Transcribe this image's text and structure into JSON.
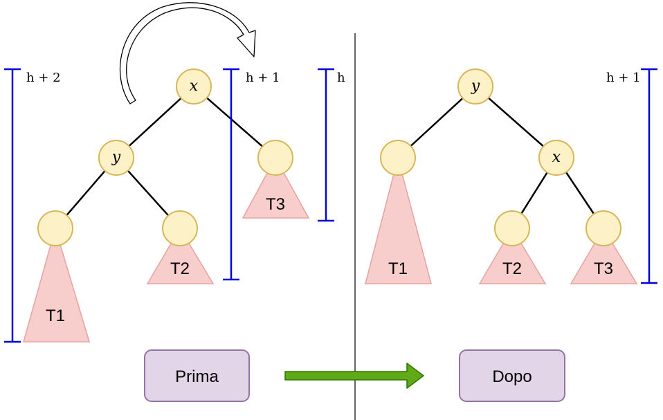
{
  "colors": {
    "node_fill": "#fdf1c7",
    "node_stroke": "#d6b656",
    "triangle_fill": "#f8cecc",
    "triangle_stroke": "#e5a3a0",
    "bracket": "#0000dd",
    "box_fill": "#e1d5e7",
    "box_stroke": "#9673a6",
    "arrow_fill": "#60a917",
    "arrow_stroke": "#2d7600",
    "divider": "#000000"
  },
  "icons": {
    "rotation": "curved-arrow-icon",
    "transition": "right-arrow-icon"
  },
  "before": {
    "root_label": "x",
    "left_child_label": "y",
    "subtrees": [
      "T1",
      "T2",
      "T3"
    ],
    "heights": {
      "left": "h + 2",
      "middle": "h + 1",
      "right": "h"
    }
  },
  "after": {
    "root_label": "y",
    "right_child_label": "x",
    "subtrees": [
      "T1",
      "T2",
      "T3"
    ],
    "heights": {
      "right": "h + 1"
    }
  },
  "buttons": {
    "before": "Prima",
    "after": "Dopo"
  }
}
